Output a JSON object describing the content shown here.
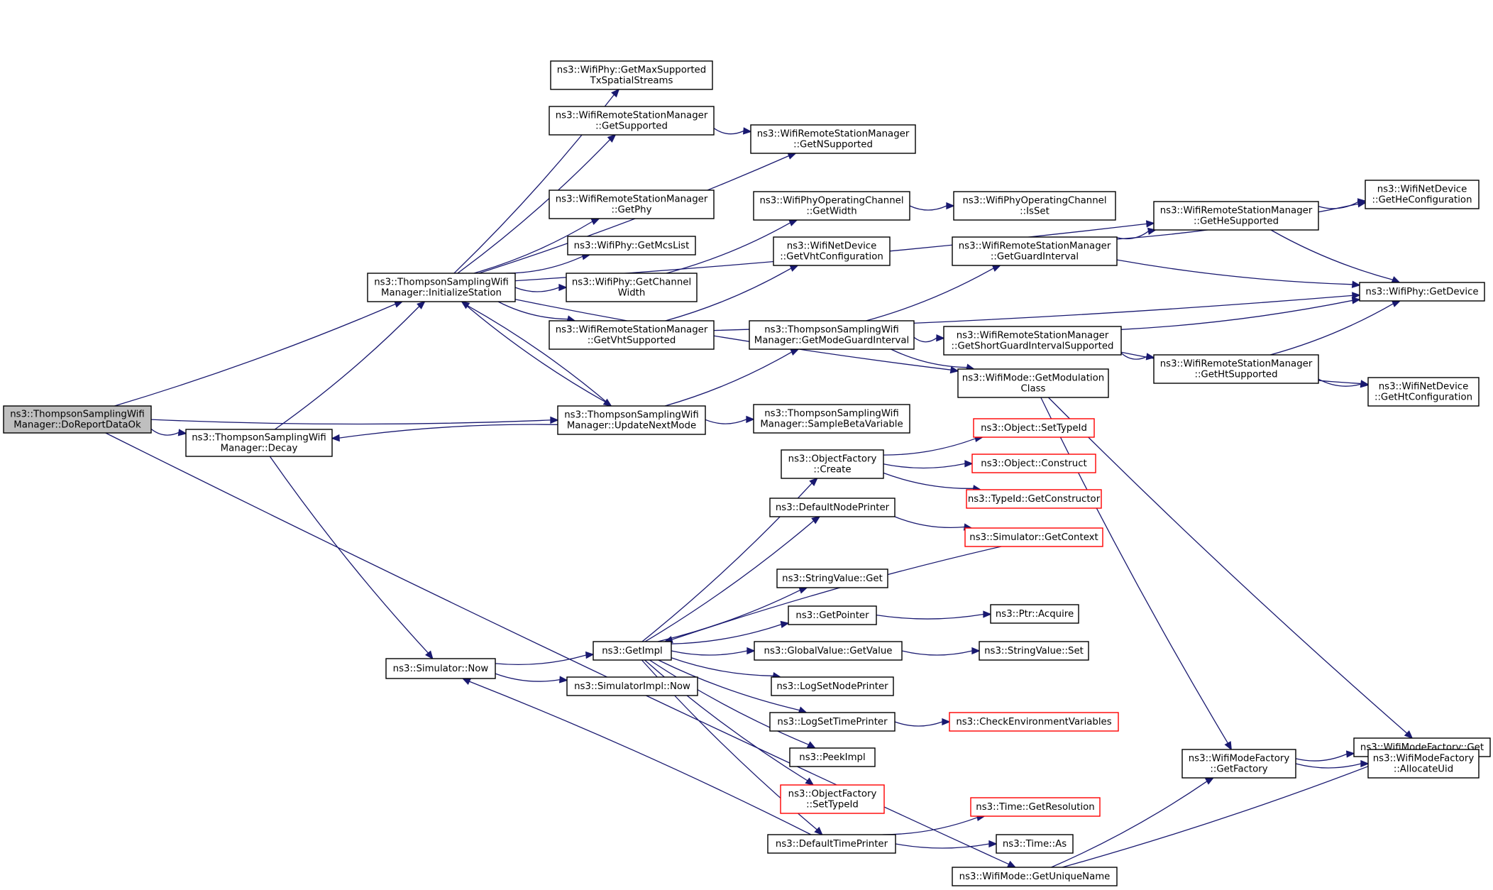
{
  "nodes": [
    {
      "id": "doreport",
      "lines": [
        "ns3::ThompsonSamplingWifi",
        "Manager::DoReportDataOk"
      ],
      "style": "root"
    },
    {
      "id": "initstation",
      "lines": [
        "ns3::ThompsonSamplingWifi",
        "Manager::InitializeStation"
      ],
      "style": "normal"
    },
    {
      "id": "decay",
      "lines": [
        "ns3::ThompsonSamplingWifi",
        "Manager::Decay"
      ],
      "style": "normal"
    },
    {
      "id": "simnow",
      "lines": [
        "ns3::Simulator::Now"
      ],
      "style": "normal"
    },
    {
      "id": "getmaxss",
      "lines": [
        "ns3::WifiPhy::GetMaxSupported",
        "TxSpatialStreams"
      ],
      "style": "normal"
    },
    {
      "id": "rsm_getsupported",
      "lines": [
        "ns3::WifiRemoteStationManager",
        "::GetSupported"
      ],
      "style": "normal"
    },
    {
      "id": "rsm_getphy",
      "lines": [
        "ns3::WifiRemoteStationManager",
        "::GetPhy"
      ],
      "style": "normal"
    },
    {
      "id": "getmcslist",
      "lines": [
        "ns3::WifiPhy::GetMcsList"
      ],
      "style": "normal"
    },
    {
      "id": "getchannelwidth",
      "lines": [
        "ns3::WifiPhy::GetChannel",
        "Width"
      ],
      "style": "normal"
    },
    {
      "id": "rsm_getvht",
      "lines": [
        "ns3::WifiRemoteStationManager",
        "::GetVhtSupported"
      ],
      "style": "normal"
    },
    {
      "id": "updatenextmode",
      "lines": [
        "ns3::ThompsonSamplingWifi",
        "Manager::UpdateNextMode"
      ],
      "style": "normal"
    },
    {
      "id": "getimpl",
      "lines": [
        "ns3::GetImpl"
      ],
      "style": "normal"
    },
    {
      "id": "simimplnow",
      "lines": [
        "ns3::SimulatorImpl::Now"
      ],
      "style": "normal"
    },
    {
      "id": "rsm_getnsupported",
      "lines": [
        "ns3::WifiRemoteStationManager",
        "::GetNSupported"
      ],
      "style": "normal"
    },
    {
      "id": "opchan_getwidth",
      "lines": [
        "ns3::WifiPhyOperatingChannel",
        "::GetWidth"
      ],
      "style": "normal"
    },
    {
      "id": "netdev_getvhtconf",
      "lines": [
        "ns3::WifiNetDevice",
        "::GetVhtConfiguration"
      ],
      "style": "normal"
    },
    {
      "id": "getmodeguard",
      "lines": [
        "ns3::ThompsonSamplingWifi",
        "Manager::GetModeGuardInterval"
      ],
      "style": "normal"
    },
    {
      "id": "samplebeta",
      "lines": [
        "ns3::ThompsonSamplingWifi",
        "Manager::SampleBetaVariable"
      ],
      "style": "normal"
    },
    {
      "id": "objfactory_create",
      "lines": [
        "ns3::ObjectFactory",
        "::Create"
      ],
      "style": "normal"
    },
    {
      "id": "defaultnodeprinter",
      "lines": [
        "ns3::DefaultNodePrinter"
      ],
      "style": "normal"
    },
    {
      "id": "stringvalue_get",
      "lines": [
        "ns3::StringValue::Get"
      ],
      "style": "normal"
    },
    {
      "id": "getpointer",
      "lines": [
        "ns3::GetPointer"
      ],
      "style": "normal"
    },
    {
      "id": "globalvalue_getvalue",
      "lines": [
        "ns3::GlobalValue::GetValue"
      ],
      "style": "normal"
    },
    {
      "id": "logsetnodeprinter",
      "lines": [
        "ns3::LogSetNodePrinter"
      ],
      "style": "normal"
    },
    {
      "id": "logsettimeprinter",
      "lines": [
        "ns3::LogSetTimePrinter"
      ],
      "style": "normal"
    },
    {
      "id": "peekimpl",
      "lines": [
        "ns3::PeekImpl"
      ],
      "style": "normal"
    },
    {
      "id": "objfactory_settypeid",
      "lines": [
        "ns3::ObjectFactory",
        "::SetTypeId"
      ],
      "style": "external"
    },
    {
      "id": "defaulttimeprinter",
      "lines": [
        "ns3::DefaultTimePrinter"
      ],
      "style": "normal"
    },
    {
      "id": "opchan_isset",
      "lines": [
        "ns3::WifiPhyOperatingChannel",
        "::IsSet"
      ],
      "style": "normal"
    },
    {
      "id": "rsm_getguard",
      "lines": [
        "ns3::WifiRemoteStationManager",
        "::GetGuardInterval"
      ],
      "style": "normal"
    },
    {
      "id": "rsm_getsgi",
      "lines": [
        "ns3::WifiRemoteStationManager",
        "::GetShortGuardIntervalSupported"
      ],
      "style": "normal"
    },
    {
      "id": "wifimode_getmodclass",
      "lines": [
        "ns3::WifiMode::GetModulation",
        "Class"
      ],
      "style": "normal"
    },
    {
      "id": "obj_settypeid",
      "lines": [
        "ns3::Object::SetTypeId"
      ],
      "style": "external"
    },
    {
      "id": "obj_construct",
      "lines": [
        "ns3::Object::Construct"
      ],
      "style": "external"
    },
    {
      "id": "typeid_getctor",
      "lines": [
        "ns3::TypeId::GetConstructor"
      ],
      "style": "external"
    },
    {
      "id": "sim_getcontext",
      "lines": [
        "ns3::Simulator::GetContext"
      ],
      "style": "external"
    },
    {
      "id": "ptr_acquire",
      "lines": [
        "ns3::Ptr::Acquire"
      ],
      "style": "normal"
    },
    {
      "id": "stringvalue_set",
      "lines": [
        "ns3::StringValue::Set"
      ],
      "style": "normal"
    },
    {
      "id": "checkenv",
      "lines": [
        "ns3::CheckEnvironmentVariables"
      ],
      "style": "external"
    },
    {
      "id": "time_getres",
      "lines": [
        "ns3::Time::GetResolution"
      ],
      "style": "external"
    },
    {
      "id": "time_as",
      "lines": [
        "ns3::Time::As"
      ],
      "style": "normal"
    },
    {
      "id": "wifimode_getuniquename",
      "lines": [
        "ns3::WifiMode::GetUniqueName"
      ],
      "style": "normal"
    },
    {
      "id": "rsm_gethe",
      "lines": [
        "ns3::WifiRemoteStationManager",
        "::GetHeSupported"
      ],
      "style": "normal"
    },
    {
      "id": "rsm_getht",
      "lines": [
        "ns3::WifiRemoteStationManager",
        "::GetHtSupported"
      ],
      "style": "normal"
    },
    {
      "id": "wmf_getfactory",
      "lines": [
        "ns3::WifiModeFactory",
        "::GetFactory"
      ],
      "style": "normal"
    },
    {
      "id": "netdev_gethe",
      "lines": [
        "ns3::WifiNetDevice",
        "::GetHeConfiguration"
      ],
      "style": "normal"
    },
    {
      "id": "wifiphy_getdevice",
      "lines": [
        "ns3::WifiPhy::GetDevice"
      ],
      "style": "normal"
    },
    {
      "id": "netdev_getht",
      "lines": [
        "ns3::WifiNetDevice",
        "::GetHtConfiguration"
      ],
      "style": "normal"
    },
    {
      "id": "wmf_get",
      "lines": [
        "ns3::WifiModeFactory::Get"
      ],
      "style": "normal"
    },
    {
      "id": "wmf_allocateuid",
      "lines": [
        "ns3::WifiModeFactory",
        "::AllocateUid"
      ],
      "style": "normal"
    }
  ],
  "edges": [
    [
      "doreport",
      "initstation"
    ],
    [
      "doreport",
      "decay"
    ],
    [
      "doreport",
      "updatenextmode"
    ],
    [
      "doreport",
      "wifimode_getuniquename"
    ],
    [
      "decay",
      "initstation"
    ],
    [
      "decay",
      "simnow"
    ],
    [
      "initstation",
      "getmaxss"
    ],
    [
      "initstation",
      "rsm_getsupported"
    ],
    [
      "initstation",
      "rsm_getnsupported"
    ],
    [
      "initstation",
      "rsm_getphy"
    ],
    [
      "initstation",
      "getmcslist"
    ],
    [
      "initstation",
      "getchannelwidth"
    ],
    [
      "initstation",
      "rsm_getvht"
    ],
    [
      "initstation",
      "updatenextmode"
    ],
    [
      "initstation",
      "rsm_gethe"
    ],
    [
      "initstation",
      "wifimode_getmodclass"
    ],
    [
      "updatenextmode",
      "initstation"
    ],
    [
      "updatenextmode",
      "decay"
    ],
    [
      "updatenextmode",
      "samplebeta"
    ],
    [
      "updatenextmode",
      "getmodeguard"
    ],
    [
      "rsm_getsupported",
      "rsm_getnsupported"
    ],
    [
      "getchannelwidth",
      "opchan_getwidth"
    ],
    [
      "opchan_getwidth",
      "opchan_isset"
    ],
    [
      "rsm_getvht",
      "netdev_getvhtconf"
    ],
    [
      "rsm_getvht",
      "wifiphy_getdevice"
    ],
    [
      "getmodeguard",
      "rsm_getguard"
    ],
    [
      "getmodeguard",
      "rsm_getsgi"
    ],
    [
      "getmodeguard",
      "wifimode_getmodclass"
    ],
    [
      "rsm_getguard",
      "rsm_gethe"
    ],
    [
      "rsm_getguard",
      "netdev_gethe"
    ],
    [
      "rsm_getguard",
      "wifiphy_getdevice"
    ],
    [
      "rsm_gethe",
      "netdev_gethe"
    ],
    [
      "rsm_gethe",
      "wifiphy_getdevice"
    ],
    [
      "rsm_getsgi",
      "wifiphy_getdevice"
    ],
    [
      "rsm_getsgi",
      "rsm_getht"
    ],
    [
      "rsm_getsgi",
      "netdev_getht"
    ],
    [
      "rsm_getht",
      "wifiphy_getdevice"
    ],
    [
      "rsm_getht",
      "netdev_getht"
    ],
    [
      "wifimode_getmodclass",
      "wmf_getfactory"
    ],
    [
      "wifimode_getmodclass",
      "wmf_get"
    ],
    [
      "simnow",
      "getimpl"
    ],
    [
      "simnow",
      "simimplnow"
    ],
    [
      "getimpl",
      "objfactory_create"
    ],
    [
      "getimpl",
      "defaultnodeprinter"
    ],
    [
      "getimpl",
      "stringvalue_get"
    ],
    [
      "getimpl",
      "getpointer"
    ],
    [
      "getimpl",
      "globalvalue_getvalue"
    ],
    [
      "getimpl",
      "logsetnodeprinter"
    ],
    [
      "getimpl",
      "logsettimeprinter"
    ],
    [
      "getimpl",
      "peekimpl"
    ],
    [
      "getimpl",
      "objfactory_settypeid"
    ],
    [
      "getimpl",
      "defaulttimeprinter"
    ],
    [
      "objfactory_create",
      "obj_settypeid"
    ],
    [
      "objfactory_create",
      "obj_construct"
    ],
    [
      "objfactory_create",
      "typeid_getctor"
    ],
    [
      "defaultnodeprinter",
      "sim_getcontext"
    ],
    [
      "sim_getcontext",
      "getimpl"
    ],
    [
      "getpointer",
      "ptr_acquire"
    ],
    [
      "globalvalue_getvalue",
      "stringvalue_set"
    ],
    [
      "logsettimeprinter",
      "checkenv"
    ],
    [
      "defaulttimeprinter",
      "simnow"
    ],
    [
      "defaulttimeprinter",
      "time_getres"
    ],
    [
      "defaulttimeprinter",
      "time_as"
    ],
    [
      "wifimode_getuniquename",
      "wmf_getfactory"
    ],
    [
      "wifimode_getuniquename",
      "wmf_get"
    ],
    [
      "wmf_getfactory",
      "wmf_get"
    ],
    [
      "wmf_getfactory",
      "wmf_allocateuid"
    ]
  ]
}
